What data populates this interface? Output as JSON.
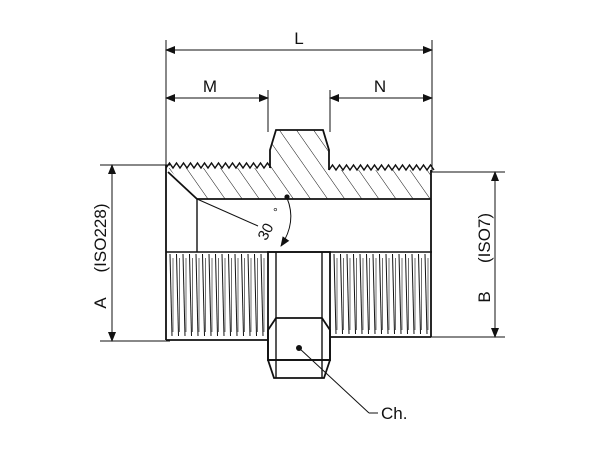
{
  "labels": {
    "L": "L",
    "M": "M",
    "N": "N",
    "A": "A",
    "iso228": "(ISO228)",
    "B": "B",
    "iso7": "(ISO7)",
    "angle": "30",
    "degree": "°",
    "ch": "Ch."
  }
}
